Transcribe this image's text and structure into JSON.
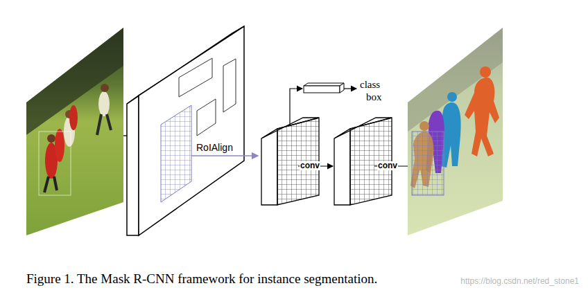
{
  "diagram": {
    "caption": "Figure 1. The Mask R-CNN framework for instance segmentation.",
    "labels": [
      "RoIAlign",
      "class",
      "box",
      "conv",
      "conv",
      "https://blog.csdn.net/red_stone1"
    ]
  }
}
